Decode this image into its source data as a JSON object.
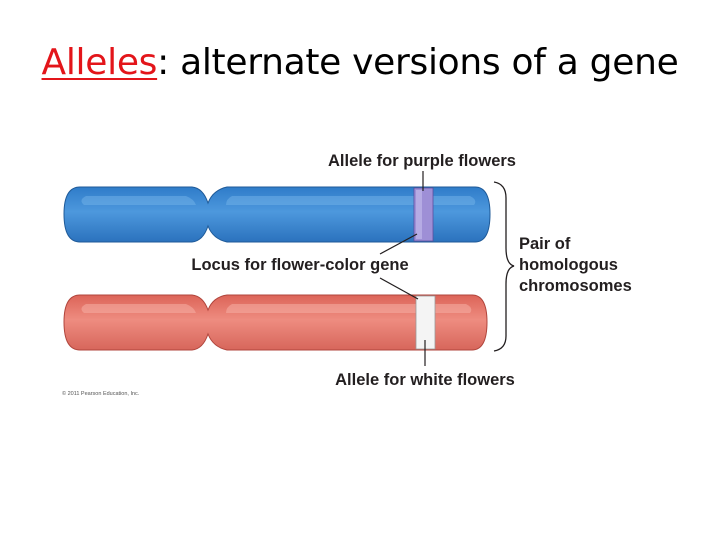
{
  "title": {
    "keyword": "Alleles",
    "rest": ": alternate versions of a gene",
    "keyword_color": "#e3151a"
  },
  "diagram": {
    "labels": {
      "purple_allele": "Allele for purple flowers",
      "locus": "Locus for flower-color gene",
      "white_allele": "Allele for white flowers",
      "pair_line1": "Pair of",
      "pair_line2": "homologous",
      "pair_line3": "chromosomes"
    },
    "credit": "© 2011 Pearson Education, Inc.",
    "colors": {
      "chromosome_top": "#3b86d0",
      "chromosome_bottom": "#e27266",
      "purple_band": "#9e8fd6",
      "white_band": "#f4f4f4"
    }
  }
}
